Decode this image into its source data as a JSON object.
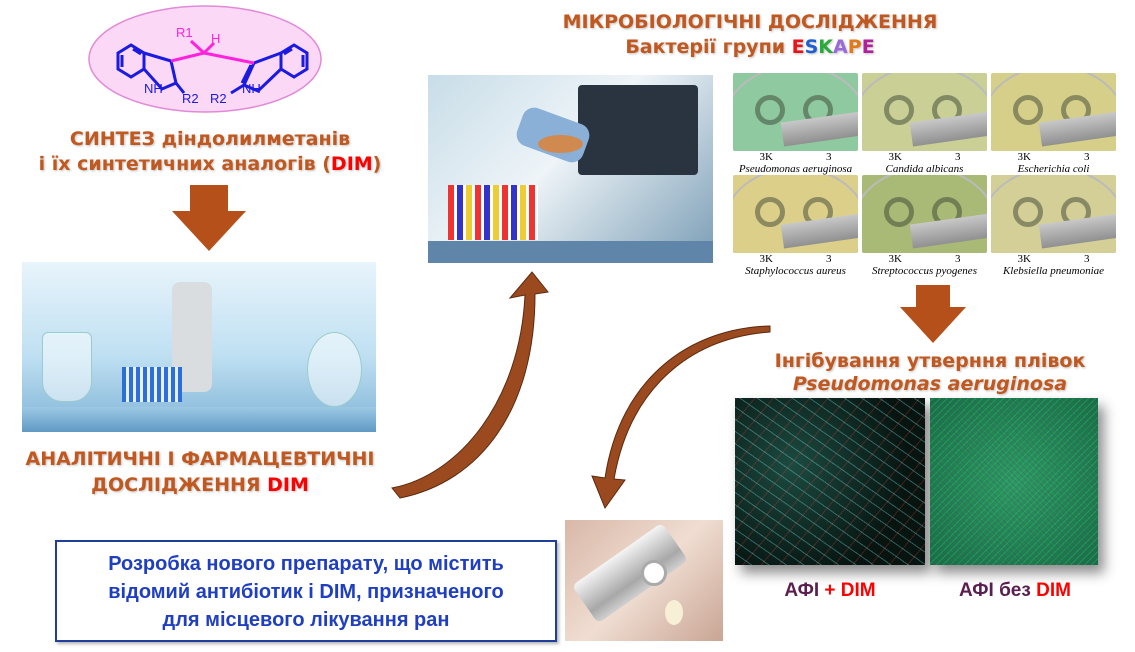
{
  "structure": {
    "r1": "R1",
    "h": "H",
    "nh_left": "NH",
    "nh_right": "NH",
    "r2_left": "R2",
    "r2_right": "R2"
  },
  "synthesis": {
    "line1": "СИНТЕЗ діндолилметанів",
    "line2_prefix": "і їх синтетичних аналогів (",
    "line2_dim": "DIM",
    "line2_suffix": ")"
  },
  "analytics": {
    "line1": "АНАЛІТИЧНІ І ФАРМАЦЕВТИЧНІ",
    "line2_prefix": "ДОСЛІДЖЕННЯ ",
    "line2_dim": "DIM"
  },
  "micro": {
    "title": "МІКРОБІОЛОГІЧНІ ДОСЛІДЖЕННЯ",
    "subtitle_prefix": "Бактерії групи ",
    "eskape": [
      {
        "letter": "E",
        "color": "#e8141b"
      },
      {
        "letter": "S",
        "color": "#1f5fd0"
      },
      {
        "letter": "K",
        "color": "#2aaa3a"
      },
      {
        "letter": "A",
        "color": "#9a6ad8"
      },
      {
        "letter": "P",
        "color": "#e07a1a"
      },
      {
        "letter": "E",
        "color": "#b0209a"
      }
    ]
  },
  "petri": [
    {
      "species": "Pseudomonas aeruginosa",
      "left": "3K",
      "right": "3",
      "tint": "#8fc9a0"
    },
    {
      "species": "Candida albicans",
      "left": "3K",
      "right": "3",
      "tint": "#c9cf95"
    },
    {
      "species": "Escherichia coli",
      "left": "3K",
      "right": "3",
      "tint": "#d6cf8a"
    },
    {
      "species": "Staphylococcus aureus",
      "left": "3K",
      "right": "3",
      "tint": "#dccf8a"
    },
    {
      "species": "Streptococcus pyogenes",
      "left": "3K",
      "right": "3",
      "tint": "#a9b976"
    },
    {
      "species": "Klebsiella pneumoniae",
      "left": "3K",
      "right": "3",
      "tint": "#d3cf96"
    }
  ],
  "biofilm": {
    "title": "Інгібування утверння плівок",
    "organism": "Pseudomonas aeruginosa",
    "left_label_prefix": "АФІ ",
    "left_label_plus": "+ DIM",
    "right_label_prefix": "АФІ без ",
    "right_label_dim": "DIM"
  },
  "drug_box": {
    "line1": "Розробка нового препарату, що містить",
    "line2": "відомий антибіотик і DIM, призначеного",
    "line3": "для місцевого лікування ран"
  },
  "colors": {
    "title": "#c0581f",
    "arrow": "#b5501b",
    "accent": "#ff0000",
    "box": "#1f3fc0"
  }
}
